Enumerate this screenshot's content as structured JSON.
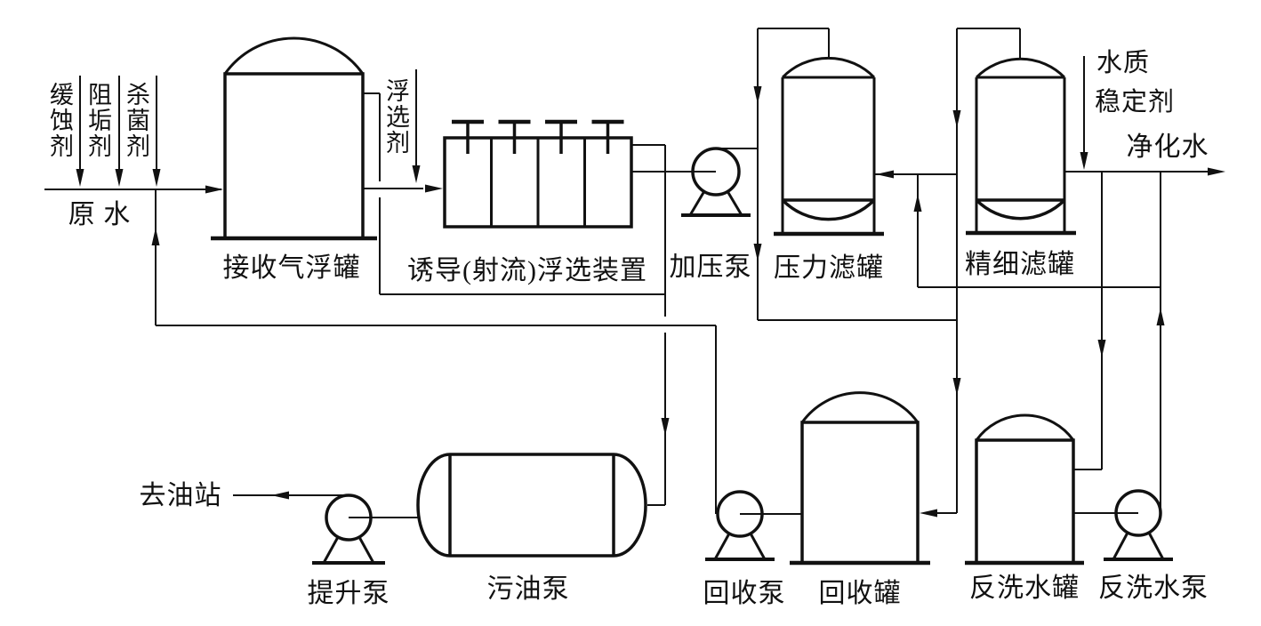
{
  "diagram": {
    "background": "#ffffff",
    "line_color": "#111111",
    "labels": {
      "raw_water": "原 水",
      "corrosion_inhibitor": "缓蚀剂",
      "scale_inhibitor": "阻垢剂",
      "bactericide": "杀菌剂",
      "flotation_agent": "浮选剂",
      "receiving_flotation_tank": "接收气浮罐",
      "induced_jet_flotation_unit": "诱导(射流)浮选装置",
      "booster_pump": "加压泵",
      "pressure_filter": "压力滤罐",
      "fine_filter": "精细滤罐",
      "water_stabilizer_line1": "水质",
      "water_stabilizer_line2": "稳定剂",
      "purified_water": "净化水",
      "to_oil_station": "去油站",
      "lift_pump": "提升泵",
      "slop_oil_pump": "污油泵",
      "recovery_pump": "回收泵",
      "recovery_tank": "回收罐",
      "backwash_water_tank": "反洗水罐",
      "backwash_water_pump": "反洗水泵"
    }
  }
}
